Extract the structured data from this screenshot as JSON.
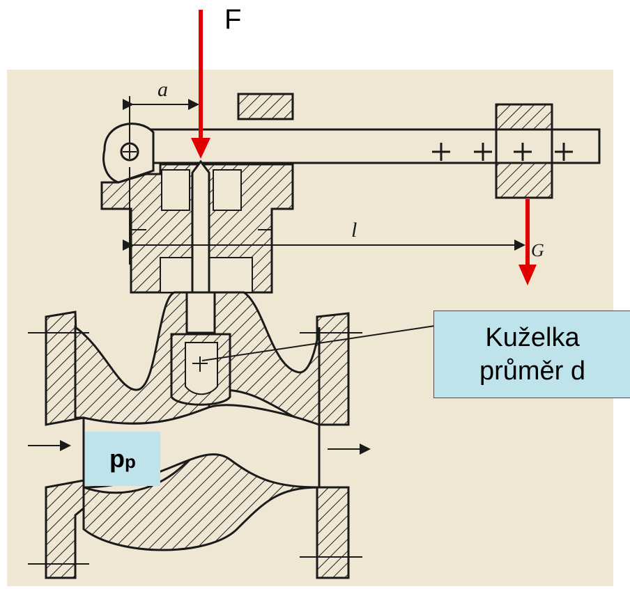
{
  "labels": {
    "force": "F",
    "weight": "G",
    "lever_offset": "a",
    "lever_length": "l"
  },
  "callout": {
    "line1": "Kuželka",
    "line2": "průměr d"
  },
  "pressure": {
    "symbol": "p",
    "subscript": "p"
  },
  "colors": {
    "paper": "#efe6d4",
    "ink": "#1a1a1a",
    "arrow": "#e00000",
    "callout_fill": "#bfe3ea"
  }
}
